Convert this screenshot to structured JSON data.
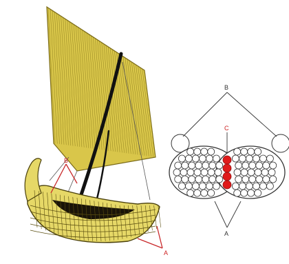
{
  "colors": {
    "sail": "#d9c64a",
    "sail_line": "#8a7a1a",
    "hull": "#e6d867",
    "hull_line": "#5a4e10",
    "mast": "#111111",
    "pointer_red": "#c8282a",
    "bundle_red": "#e01a1a",
    "outline": "#333333"
  },
  "boat_labels": {
    "b": "B",
    "a": "A"
  },
  "section_labels": {
    "b": "B",
    "c": "C",
    "a": "A"
  }
}
